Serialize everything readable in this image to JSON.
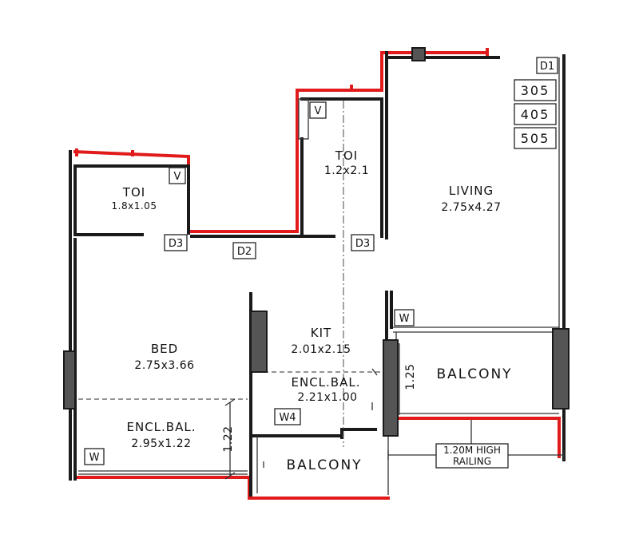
{
  "rooms": {
    "living": {
      "name": "LIVING",
      "size": "2.75x4.27"
    },
    "toi_right": {
      "name": "TOI",
      "size": "1.2x2.1"
    },
    "toi_left": {
      "name": "TOI",
      "size": "1.8x1.05"
    },
    "bed": {
      "name": "BED",
      "size": "2.75x3.66"
    },
    "kit": {
      "name": "KIT",
      "size": "2.01x2.15"
    },
    "encl_bal_kit": {
      "name": "ENCL.BAL.",
      "size": "2.21x1.00"
    },
    "encl_bal_bed": {
      "name": "ENCL.BAL.",
      "size": "2.95x1.22"
    },
    "balcony_right": {
      "name": "BALCONY"
    },
    "balcony_bottom": {
      "name": "BALCONY"
    }
  },
  "tags": {
    "d1": "D1",
    "d2": "D2",
    "d3_left": "D3",
    "d3_right": "D3",
    "v_left": "V",
    "v_right": "V",
    "w_living": "W",
    "w_bed": "W",
    "w4": "W4"
  },
  "unit_numbers": [
    "305",
    "405",
    "505"
  ],
  "dimensions": {
    "bed_balcony_depth": "1.22",
    "right_balcony_depth": "1.25"
  },
  "railing_note": {
    "line1": "1.20M HIGH",
    "line2": "RAILING"
  },
  "colors": {
    "wall": "#1a1a1a",
    "boundary": "#e11b1b",
    "column": "#555555"
  }
}
